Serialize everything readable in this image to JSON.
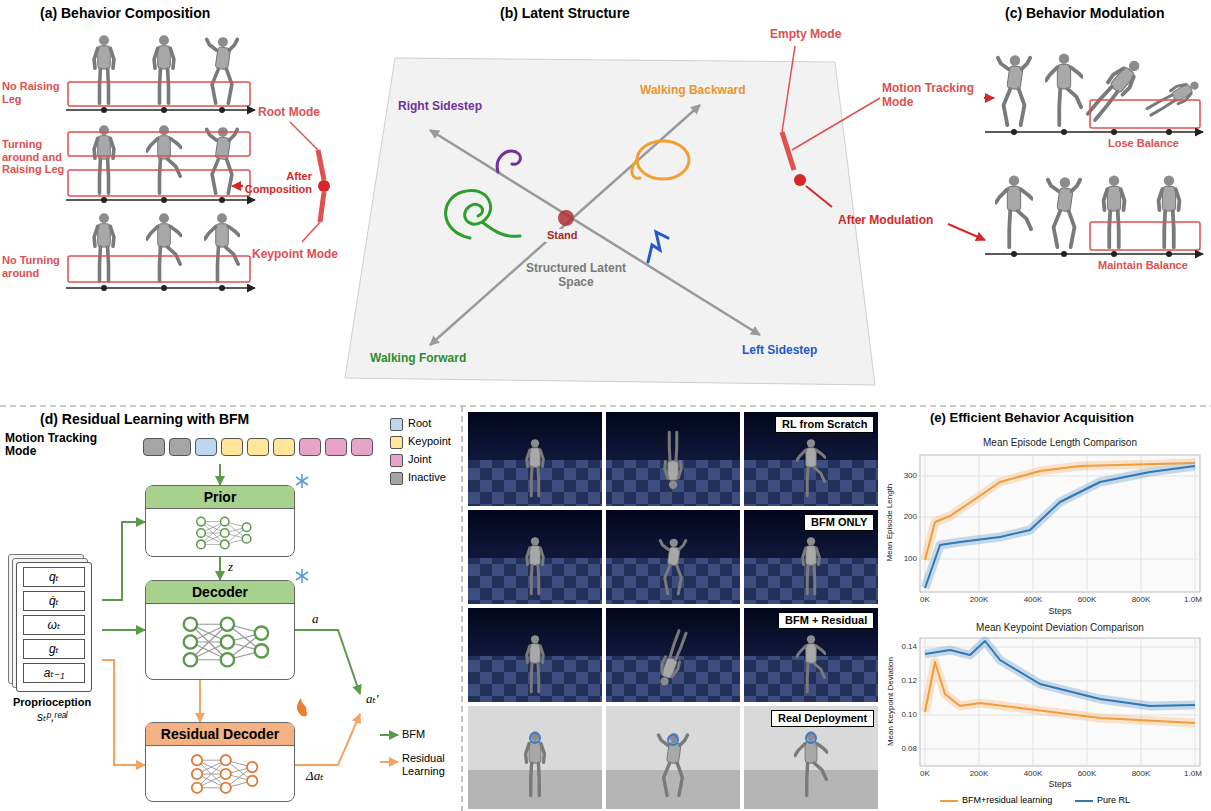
{
  "diagram": {
    "nodes": [
      {
        "text": [
          "Motion Tracking Mode"
        ]
      },
      {
        "text": [
          "Prior"
        ]
      },
      {
        "text": [
          "Decoder"
        ]
      },
      {
        "text": [
          "qₜ",
          "q̇ₜ",
          "ωₜ",
          "gₜ",
          "aₜ₋₁",
          "Proprioception",
          "sₜᵖ,ʳᵉᵃˡ"
        ]
      },
      {
        "text": [
          "Residual Decoder"
        ]
      },
      {
        "text": [
          "RL from Scratch"
        ]
      },
      {
        "text": [
          "BFM ONLY"
        ]
      },
      {
        "text": [
          "BFM + Residual"
        ]
      },
      {
        "text": [
          "Real Deployment"
        ]
      }
    ],
    "edges": [
      {
        "from": 0,
        "to": 1,
        "arrow": "to"
      },
      {
        "from": 1,
        "to": 2,
        "arrow": "to",
        "label": "z"
      },
      {
        "from": 3,
        "to": 1,
        "arrow": "to"
      },
      {
        "from": 3,
        "to": 2,
        "arrow": "to"
      },
      {
        "from": 3,
        "to": 4,
        "arrow": "to"
      },
      {
        "from": 2,
        "to": 4,
        "arrow": "to"
      }
    ],
    "labels": [
      "(a) Behavior Composition",
      "(b) Latent Structure",
      "(c) Behavior Modulation",
      "No Raising Leg",
      "Root Mode",
      "Turning around and Raising Leg",
      "After Composition",
      "No Turning around",
      "Keypoint Mode",
      "Right Sidestep",
      "Walking Backward",
      "Stand",
      "Structured Latent Space",
      "Walking Forward",
      "Left Sidestep",
      "Empty Mode",
      "Motion Tracking Mode",
      "After Modulation",
      "Lose Balance",
      "Maintain Balance",
      "(d) Residual Learning with BFM",
      "a",
      "Δaₜ",
      "aₜ'",
      "(e) Efficient Behavior Acquisition",
      "Mean Episode Length Comparison",
      "Mean Episode Length",
      "300",
      "200",
      "100",
      "0K",
      "200K",
      "400K",
      "600K",
      "800K",
      "1.0M",
      "Steps",
      "Mean Keypoint Deviation Comparison",
      "Mean Keypoint Deviation",
      "0.14",
      "0.12",
      "0.10",
      "0.08",
      "0K",
      "200K",
      "400K",
      "600K",
      "800K",
      "1.0M",
      "Steps"
    ],
    "legend": [
      {
        "text": "Root",
        "color": "#bdd7ee"
      },
      {
        "text": "Keypoint",
        "color": "#ffe699"
      },
      {
        "text": "Joint",
        "color": "#e7a3c9"
      },
      {
        "text": "Inactive",
        "color": "#a5a5a5"
      },
      {
        "text": "BFM"
      },
      {
        "text": "Residual Learning"
      },
      {
        "text": "BFM+residual learning"
      },
      {
        "text": "Pure RL"
      }
    ]
  }
}
